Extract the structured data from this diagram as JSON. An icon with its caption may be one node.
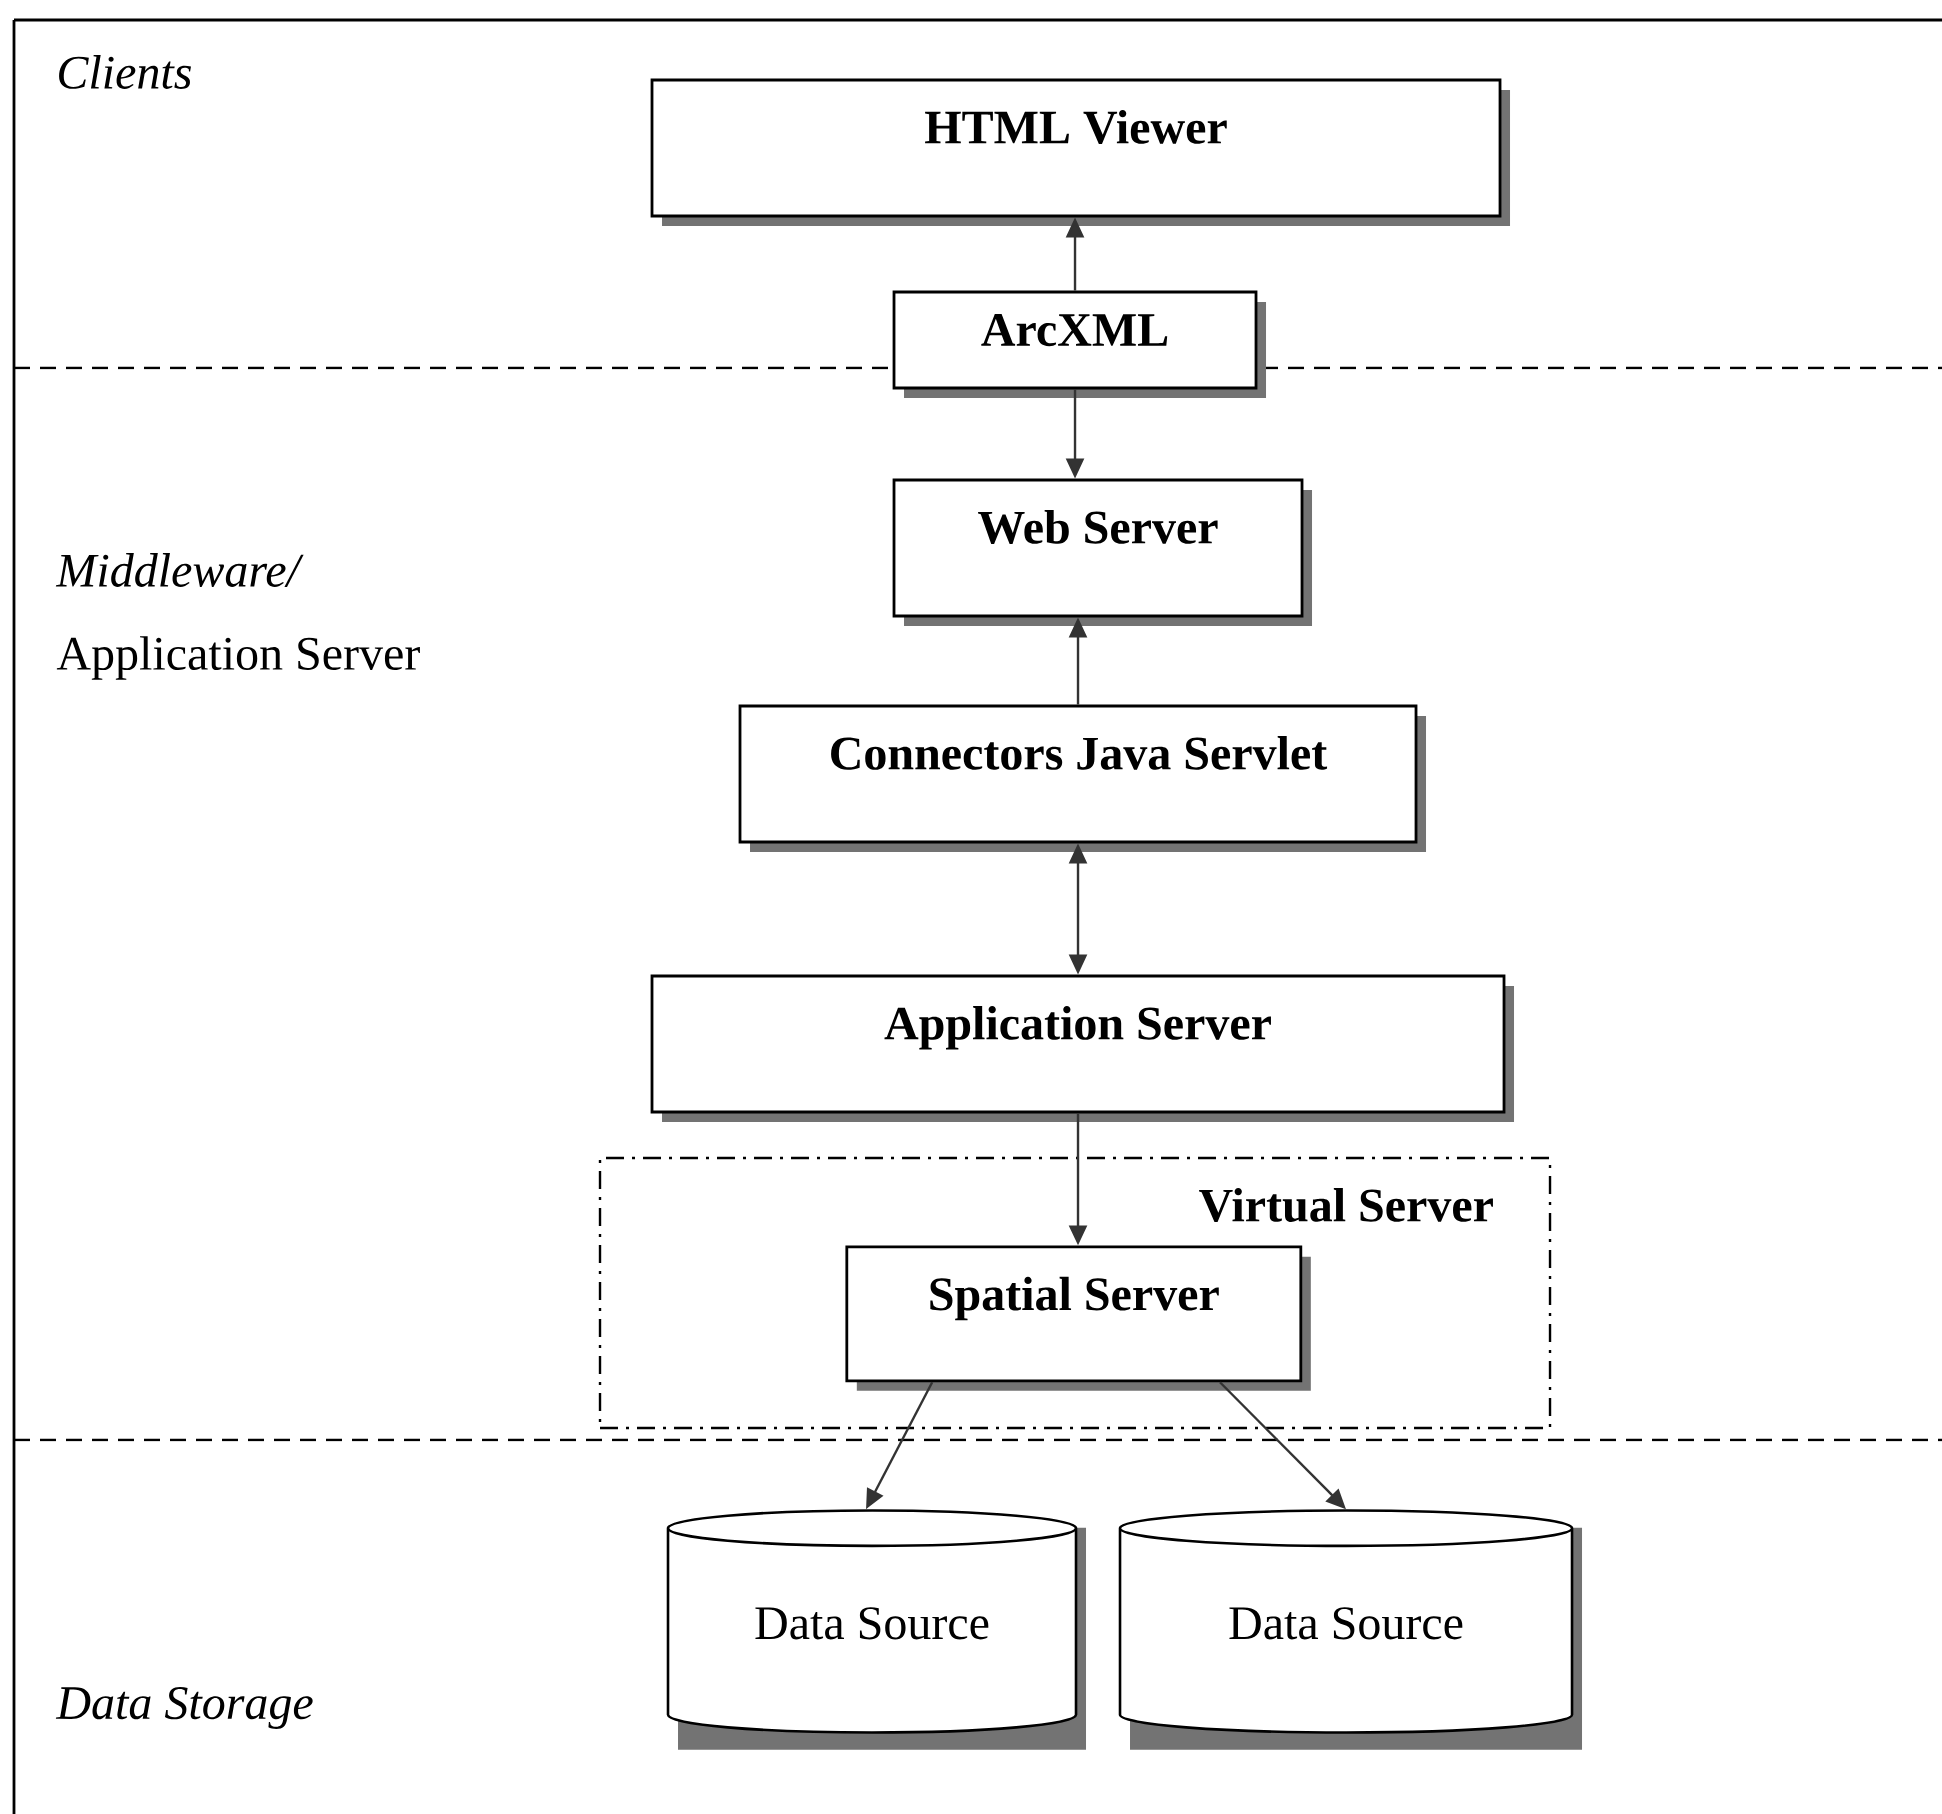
{
  "diagram": {
    "nodes": [
      {
        "text": [
          "HTML Viewer"
        ]
      },
      {
        "text": [
          "ArcXML"
        ]
      },
      {
        "text": [
          "Web Server"
        ]
      },
      {
        "text": [
          "Connectors Java Servlet"
        ]
      },
      {
        "text": [
          "Application Server"
        ]
      },
      {
        "text": [
          "Virtual Server"
        ]
      },
      {
        "text": [
          "Spatial Server"
        ],
        "in": 5
      },
      {
        "text": [
          "Data Source"
        ]
      },
      {
        "text": [
          "Data Source"
        ]
      }
    ],
    "edges": [
      {
        "from": 1,
        "to": 0,
        "arrow": "to"
      },
      {
        "from": 1,
        "to": 2,
        "arrow": "to"
      },
      {
        "from": 3,
        "to": 2,
        "arrow": "to"
      },
      {
        "from": 3,
        "to": 4,
        "arrow": "both"
      },
      {
        "from": 4,
        "to": 6,
        "arrow": "to"
      },
      {
        "from": 6,
        "to": 7,
        "arrow": "to"
      },
      {
        "from": 6,
        "to": 8,
        "arrow": "to"
      }
    ],
    "labels": [
      "Clients",
      "Middleware/",
      "Application Server",
      "Data Storage"
    ]
  }
}
